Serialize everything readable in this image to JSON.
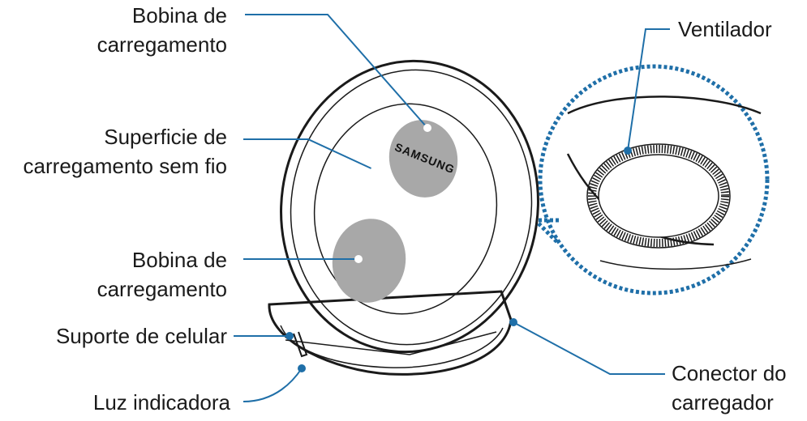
{
  "labels": {
    "coil_top_1": "Bobina de",
    "coil_top_2": "carregamento",
    "surface_1": "Superficie de",
    "surface_2": "carregamento sem fio",
    "coil_bottom_1": "Bobina de",
    "coil_bottom_2": "carregamento",
    "phone_holder": "Suporte de celular",
    "indicator_light": "Luz indicadora",
    "fan": "Ventilador",
    "connector_1": "Conector do",
    "connector_2": "carregador"
  },
  "logo_text": "SAMSUNG",
  "colors": {
    "leader_line": "#1f6fa8",
    "coil_fill": "#a8a8a8",
    "outline": "#1a1a1a",
    "detail_circle": "#1f6fa8"
  }
}
